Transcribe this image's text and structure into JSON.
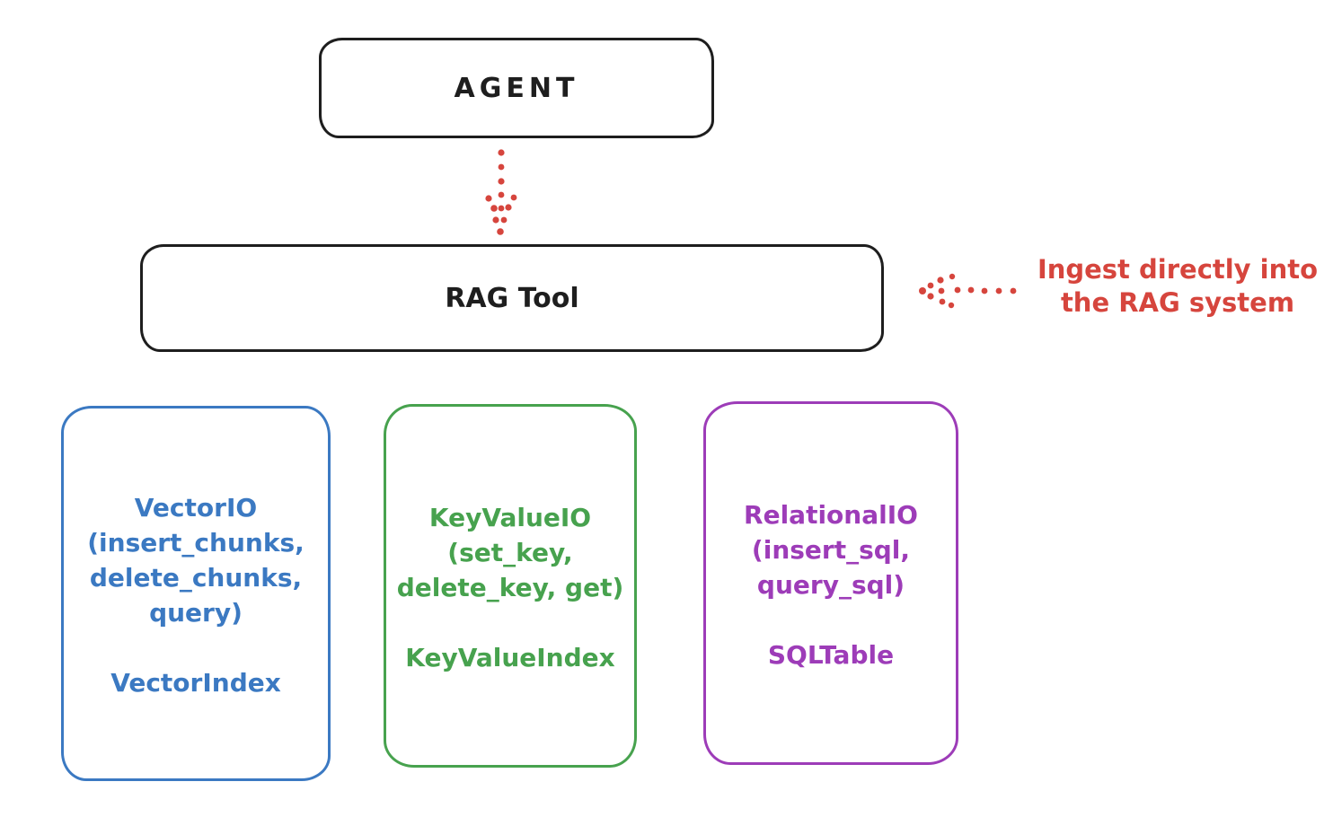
{
  "colors": {
    "ink": "#1e1e1e",
    "red": "#d6453d",
    "blue": "#3b79c2",
    "green": "#47a24e",
    "purple": "#9d3cb8",
    "canvas": "#ffffff"
  },
  "nodes": {
    "agent": {
      "label": "AGENT"
    },
    "rag_tool": {
      "label": "RAG Tool"
    }
  },
  "annotation": {
    "line1": "Ingest directly into",
    "line2": "the RAG system"
  },
  "backends": [
    {
      "signature_lines": [
        "VectorIO",
        "(insert_chunks,",
        "delete_chunks,",
        "query)"
      ],
      "index_label": "VectorIndex",
      "color": "#3b79c2"
    },
    {
      "signature_lines": [
        "KeyValueIO",
        "(set_key,",
        "delete_key, get)"
      ],
      "index_label": "KeyValueIndex",
      "color": "#47a24e"
    },
    {
      "signature_lines": [
        "RelationalIO",
        "(insert_sql,",
        "query_sql)"
      ],
      "index_label": "SQLTable",
      "color": "#9d3cb8"
    }
  ]
}
